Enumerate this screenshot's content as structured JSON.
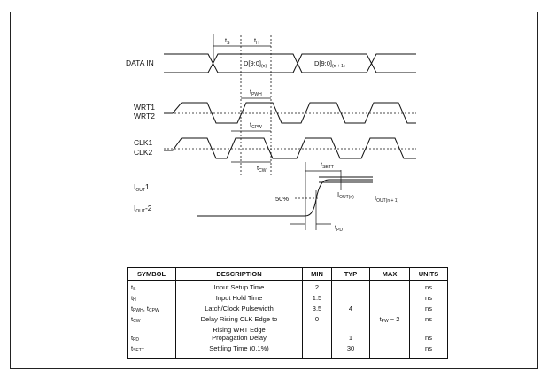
{
  "signals": {
    "data_in": "DATA IN",
    "wrt1": "WRT1",
    "wrt2": "WRT2",
    "clk1": "CLK1",
    "clk2": "CLK2",
    "iout1": "I",
    "iout1_sub": "OUT",
    "iout1_suffix": "1",
    "iout2": "I",
    "iout2_sub": "OUT",
    "iout2_suffix": "-2"
  },
  "data_words": {
    "word_n": "D[9:0]",
    "word_n_sub": "(n)",
    "word_n1": "D[9:0]",
    "word_n1_sub": "(n + 1)"
  },
  "params": {
    "ts": "t",
    "ts_sub": "S",
    "th": "t",
    "th_sub": "H",
    "tpwh": "t",
    "tpwh_sub": "PWH",
    "tcpw": "t",
    "tcpw_sub": "CPW",
    "tcw": "t",
    "tcw_sub": "CW",
    "tsett": "t",
    "tsett_sub": "SETT",
    "tpd": "t",
    "tpd_sub": "PD",
    "percent": "50%",
    "iout_n": "I",
    "iout_n_sub": "OUT(n)",
    "iout_n1": "I",
    "iout_n1_sub": "OUT(n + 1)"
  },
  "table": {
    "headers": [
      "SYMBOL",
      "DESCRIPTION",
      "MIN",
      "TYP",
      "MAX",
      "UNITS"
    ],
    "rows": [
      {
        "symbol": "t",
        "symbol_sub": "S",
        "description": "Input Setup Time",
        "min": "2",
        "typ": "",
        "max": "",
        "units": "ns"
      },
      {
        "symbol": "t",
        "symbol_sub": "H",
        "description": "Input Hold Time",
        "min": "1.5",
        "typ": "",
        "max": "",
        "units": "ns"
      },
      {
        "symbol": "t",
        "symbol_sub": "PWH",
        "symbol2": ", t",
        "symbol2_sub": "CPW",
        "description": "Latch/Clock Pulsewidth",
        "min": "3.5",
        "typ": "4",
        "max": "",
        "units": "ns"
      },
      {
        "symbol": "t",
        "symbol_sub": "CW",
        "description": "Delay Rising CLK Edge to",
        "min": "0",
        "typ": "",
        "max": "t",
        "max_sub": "PW",
        "max_suffix": " − 2",
        "units": "ns"
      },
      {
        "symbol": "",
        "symbol_sub": "",
        "description": "Rising WRT Edge",
        "min": "",
        "typ": "",
        "max": "",
        "units": ""
      },
      {
        "symbol": "t",
        "symbol_sub": "PD",
        "description": "Propagation Delay",
        "min": "",
        "typ": "1",
        "max": "",
        "units": "ns"
      },
      {
        "symbol": "t",
        "symbol_sub": "SETT",
        "description": "Settling Time (0.1%)",
        "min": "",
        "typ": "30",
        "max": "",
        "units": "ns"
      }
    ]
  }
}
